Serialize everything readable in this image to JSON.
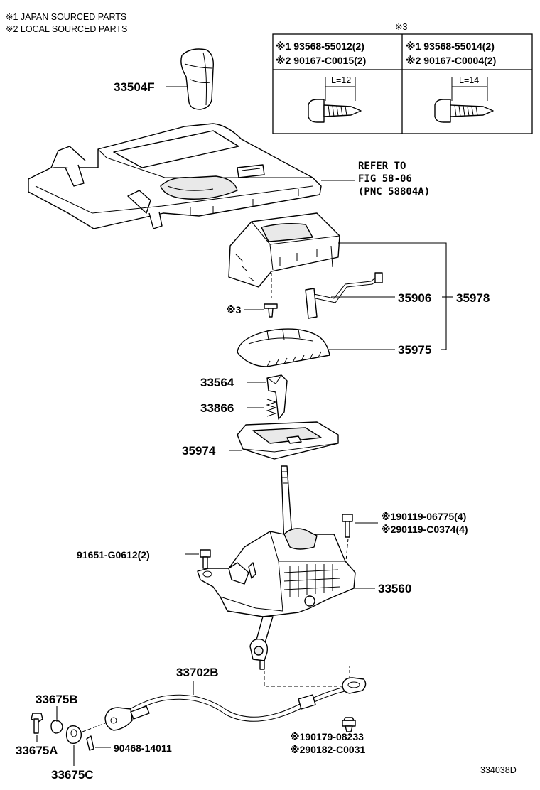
{
  "legend": {
    "note1": "※1 JAPAN SOURCED PARTS",
    "note2": "※2 LOCAL SOURCED PARTS"
  },
  "screw_table": {
    "header_mark": "※3",
    "left": {
      "row1": "※1 93568-55012(2)",
      "row2": "※2 90167-C0015(2)",
      "length": "L=12"
    },
    "right": {
      "row1": "※1 93568-55014(2)",
      "row2": "※2 90167-C0004(2)",
      "length": "L=14"
    }
  },
  "labels": {
    "knob": "33504F",
    "refer_line1": "REFER TO",
    "refer_line2": "FIG 58-06",
    "refer_line3": "(PNC 58804A)",
    "p35906": "35906",
    "p35978": "35978",
    "screw3": "※3",
    "p35975": "35975",
    "p33564": "33564",
    "p33866": "33866",
    "p35974": "35974",
    "bolt_r1": "※190119-06775(4)",
    "bolt_r2": "※290119-C0374(4)",
    "bolt_l": "91651-G0612(2)",
    "p33560": "33560",
    "cable": "33702B",
    "p33675B": "33675B",
    "p33675A": "33675A",
    "p33675C": "33675C",
    "pin": "90468-14011",
    "clip1": "※190179-08233",
    "clip2": "※290182-C0031",
    "figure_no": "334038D"
  }
}
